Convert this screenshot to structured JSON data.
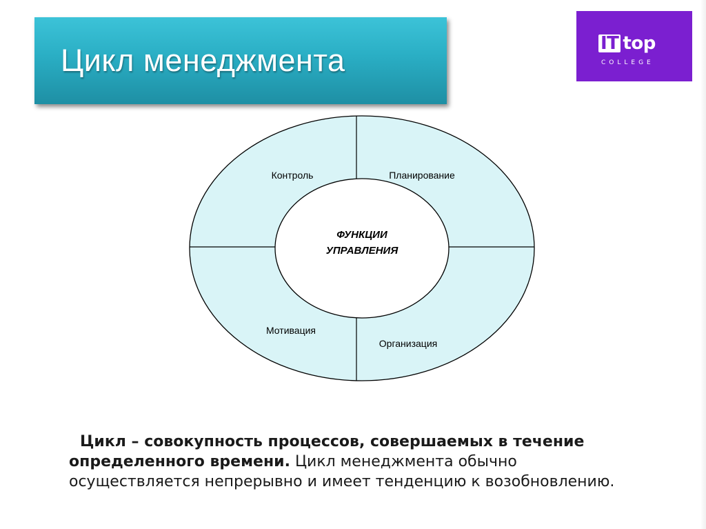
{
  "slide": {
    "title": "Цикл менеджмента"
  },
  "logo": {
    "mark_it": "IT",
    "mark_top": "top",
    "subtitle": "COLLEGE",
    "color": "#7b1fd0"
  },
  "diagram": {
    "center_line1": "ФУНКЦИИ",
    "center_line2": "УПРАВЛЕНИЯ",
    "segments": [
      "Контроль",
      "Планирование",
      "Организация",
      "Мотивация"
    ],
    "fill_color": "#d9f4f7"
  },
  "description": {
    "bold": "Цикл – совокупность процессов, совершаемых в течение определенного времени.",
    "regular": " Цикл менеджмента обычно осуществляется непрерывно и имеет тенденцию к возобновлению."
  }
}
